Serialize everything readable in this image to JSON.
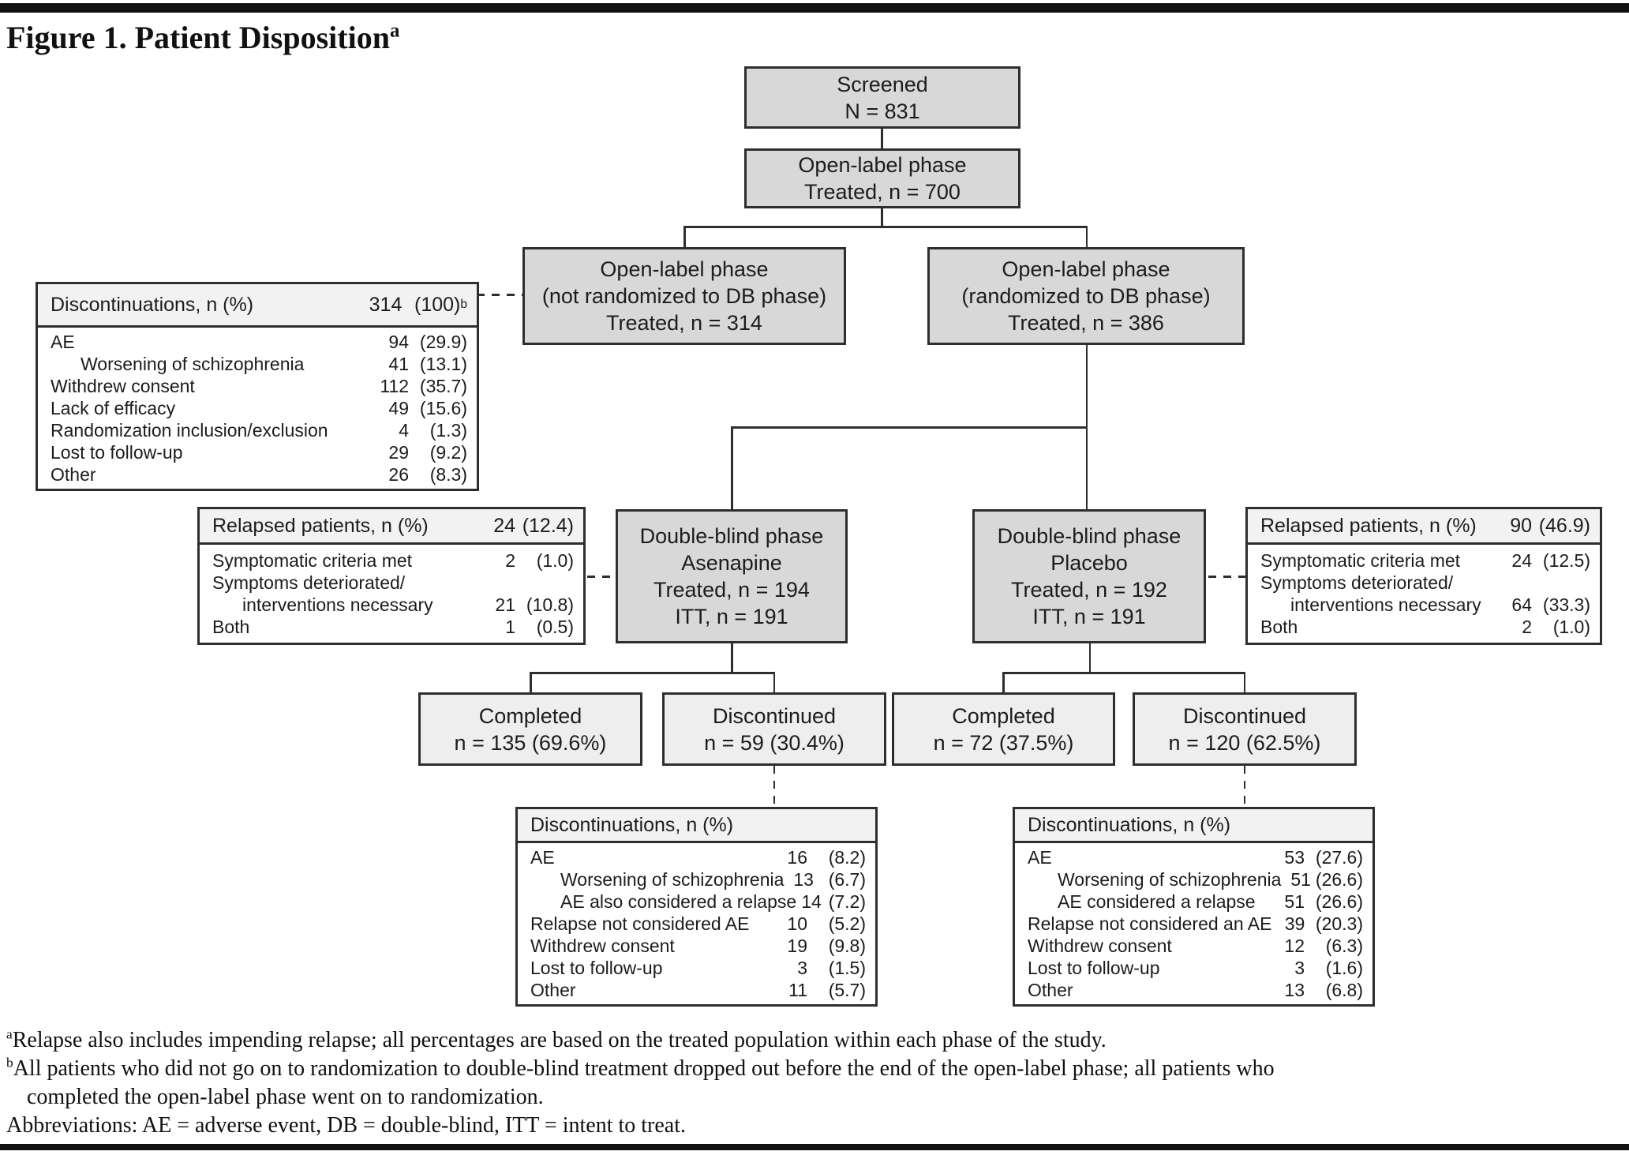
{
  "figure": {
    "title": "Figure 1. Patient Disposition",
    "title_sup": "a"
  },
  "boxes": {
    "screened": {
      "line1": "Screened",
      "line2": "N = 831"
    },
    "open_label": {
      "line1": "Open-label phase",
      "line2": "Treated, n = 700"
    },
    "not_randomized": {
      "line1": "Open-label phase",
      "line2": "(not randomized to DB phase)",
      "line3": "Treated, n = 314"
    },
    "randomized": {
      "line1": "Open-label phase",
      "line2": "(randomized to DB phase)",
      "line3": "Treated, n = 386"
    },
    "db_asenapine": {
      "line1": "Double-blind phase",
      "line2": "Asenapine",
      "line3": "Treated, n = 194",
      "line4": "ITT, n = 191"
    },
    "db_placebo": {
      "line1": "Double-blind phase",
      "line2": "Placebo",
      "line3": "Treated, n = 192",
      "line4": "ITT, n = 191"
    },
    "completed_asenapine": {
      "line1": "Completed",
      "line2": "n = 135 (69.6%)"
    },
    "discontinued_asenapine": {
      "line1": "Discontinued",
      "line2": "n = 59 (30.4%)"
    },
    "completed_placebo": {
      "line1": "Completed",
      "line2": "n = 72 (37.5%)"
    },
    "discontinued_placebo": {
      "line1": "Discontinued",
      "line2": "n = 120 (62.5%)"
    }
  },
  "tables": {
    "disc_open_label": {
      "header": {
        "label": "Discontinuations, n (%)",
        "count": "314",
        "pct": "(100)",
        "sup": "b"
      },
      "rows": [
        {
          "label": "AE",
          "count": "94",
          "pct": "(29.9)"
        },
        {
          "label": "Worsening of schizophrenia",
          "count": "41",
          "pct": "(13.1)"
        },
        {
          "label": "Withdrew consent",
          "count": "112",
          "pct": "(35.7)"
        },
        {
          "label": "Lack of efficacy",
          "count": "49",
          "pct": "(15.6)"
        },
        {
          "label": "Randomization inclusion/exclusion",
          "count": "4",
          "pct": "(1.3)"
        },
        {
          "label": "Lost to follow-up",
          "count": "29",
          "pct": "(9.2)"
        },
        {
          "label": "Other",
          "count": "26",
          "pct": "(8.3)"
        }
      ]
    },
    "relapsed_asenapine": {
      "header": {
        "label": "Relapsed patients, n (%)",
        "count": "24",
        "pct": "(12.4)"
      },
      "rows": [
        {
          "label": "Symptomatic criteria met",
          "count": "2",
          "pct": "(1.0)"
        },
        {
          "label": "Symptoms deteriorated/",
          "count": "",
          "pct": ""
        },
        {
          "label": "interventions necessary",
          "count": "21",
          "pct": "(10.8)"
        },
        {
          "label": "Both",
          "count": "1",
          "pct": "(0.5)"
        }
      ]
    },
    "relapsed_placebo": {
      "header": {
        "label": "Relapsed patients, n (%)",
        "count": "90",
        "pct": "(46.9)"
      },
      "rows": [
        {
          "label": "Symptomatic criteria met",
          "count": "24",
          "pct": "(12.5)"
        },
        {
          "label": "Symptoms deteriorated/",
          "count": "",
          "pct": ""
        },
        {
          "label": "interventions necessary",
          "count": "64",
          "pct": "(33.3)"
        },
        {
          "label": "Both",
          "count": "2",
          "pct": "(1.0)"
        }
      ]
    },
    "disc_asenapine": {
      "header": {
        "label": "Discontinuations, n (%)"
      },
      "rows": [
        {
          "label": "AE",
          "count": "16",
          "pct": "(8.2)"
        },
        {
          "label": "Worsening of schizophrenia",
          "count": "13",
          "pct": "(6.7)"
        },
        {
          "label": "AE also considered a relapse",
          "count": "14",
          "pct": "(7.2)"
        },
        {
          "label": "Relapse not considered AE",
          "count": "10",
          "pct": "(5.2)"
        },
        {
          "label": "Withdrew consent",
          "count": "19",
          "pct": "(9.8)"
        },
        {
          "label": "Lost to follow-up",
          "count": "3",
          "pct": "(1.5)"
        },
        {
          "label": "Other",
          "count": "11",
          "pct": "(5.7)"
        }
      ]
    },
    "disc_placebo": {
      "header": {
        "label": "Discontinuations, n (%)"
      },
      "rows": [
        {
          "label": "AE",
          "count": "53",
          "pct": "(27.6)"
        },
        {
          "label": "Worsening of schizophrenia",
          "count": "51",
          "pct": "(26.6)"
        },
        {
          "label": "AE considered a relapse",
          "count": "51",
          "pct": "(26.6)"
        },
        {
          "label": "Relapse not considered an AE",
          "count": "39",
          "pct": "(20.3)"
        },
        {
          "label": "Withdrew consent",
          "count": "12",
          "pct": "(6.3)"
        },
        {
          "label": "Lost to follow-up",
          "count": "3",
          "pct": "(1.6)"
        },
        {
          "label": "Other",
          "count": "13",
          "pct": "(6.8)"
        }
      ]
    }
  },
  "footnotes": {
    "a_sup": "a",
    "a_text": "Relapse also includes impending relapse; all percentages are based on the treated population within each phase of the study.",
    "b_sup": "b",
    "b_text": "All patients who did not go on to randomization to double-blind treatment dropped out before the end of the open-label phase; all patients who",
    "b_text_cont": "completed the open-label phase went on to randomization.",
    "abbreviations": "Abbreviations: AE = adverse event, DB = double-blind, ITT = intent to treat."
  },
  "colors": {
    "box_fill": "#d8d8d8",
    "box_fill_light": "#eeeeee",
    "table_header_fill": "#f2f2f2",
    "border": "#2e2e2e",
    "line": "#2e2e2e",
    "text": "#1b1b1b"
  }
}
